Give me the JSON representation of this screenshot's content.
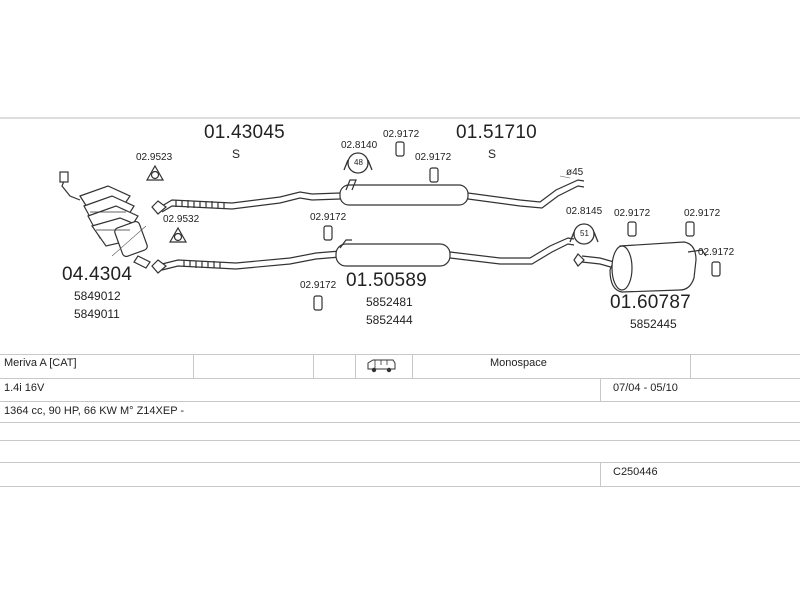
{
  "parts": {
    "manifold_code": "04.4304",
    "manifold_oem1": "5849012",
    "manifold_oem2": "5849011",
    "front_pipe_code": "01.43045",
    "front_pipe_suffix": "S",
    "mid_silencer_code": "01.51710",
    "mid_silencer_suffix": "S",
    "mid_silencer2_code": "01.50589",
    "mid_silencer2_oem1": "5852481",
    "mid_silencer2_oem2": "5852444",
    "rear_silencer_code": "01.60787",
    "rear_silencer_oem": "5852445",
    "gasket_a": "02.9523",
    "gasket_b": "02.9532",
    "ring_a": "02.8140",
    "ring_a_size": "48",
    "ring_b": "02.8145",
    "ring_b_size": "51",
    "rubber_top": "02.9172",
    "rubber_top2": "02.9172",
    "rubber_left": "02.9172",
    "rubber_low": "02.9172",
    "rubber_r1": "02.9172",
    "rubber_r2": "02.9172",
    "rubber_r3": "02.9172",
    "diameter_mark": "ø45"
  },
  "vehicle": {
    "model": "Meriva A  [CAT]",
    "body_type": "Monospace",
    "engine": "1.4i 16V",
    "years": "07/04 - 05/10",
    "specs": "1364 cc, 90 HP, 66 KW M° Z14XEP -",
    "catalog_code": "C250446",
    "van_icon": "van-icon"
  }
}
